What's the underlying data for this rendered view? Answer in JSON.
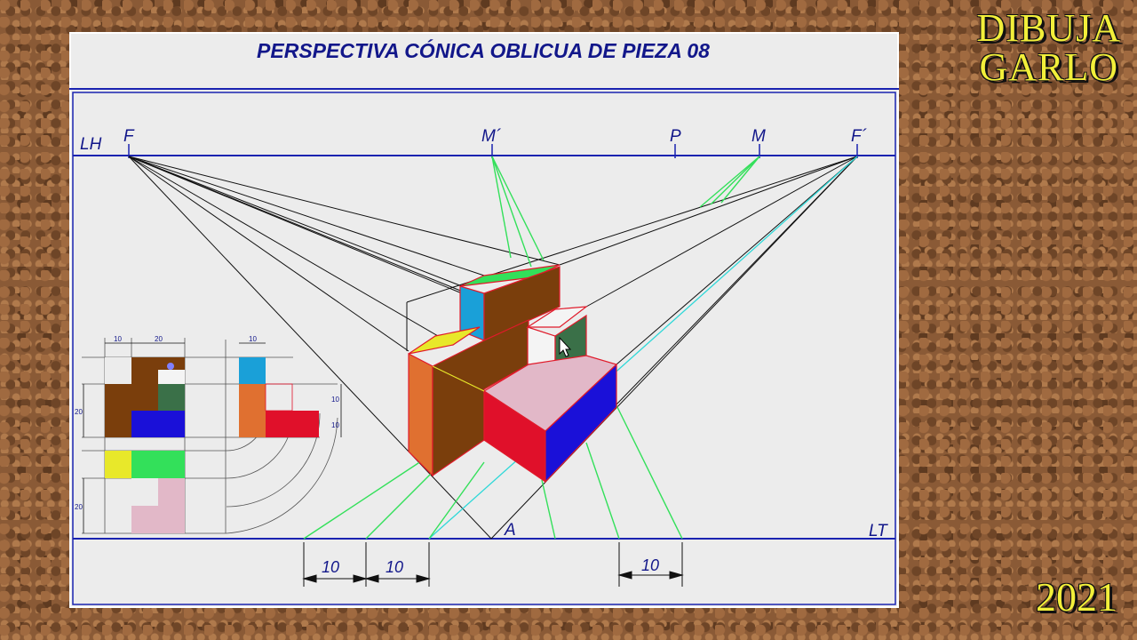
{
  "title": "PERSPECTIVA CÓNICA OBLICUA DE PIEZA 08",
  "brand": {
    "line1": "DIBUJA",
    "line2": "GARLO"
  },
  "year": "2021",
  "labels": {
    "lh": "LH",
    "lt": "LT",
    "f": "F",
    "f_prime": "F´",
    "m_prime": "M´",
    "p": "P",
    "m": "M",
    "a": "A"
  },
  "ground_dimensions": [
    "10",
    "10",
    "10"
  ],
  "view_dimensions": {
    "top_left": "10",
    "top_right": "20",
    "side_top": "10",
    "side_a": "10",
    "side_b": "10",
    "height_a": "20",
    "height_b": "20"
  },
  "colors": {
    "ink": "#12178a",
    "frame": "#1a23b0",
    "construction": "#33e05a",
    "cyan": "#2fd8d8",
    "brown": "#7a3e0c",
    "yellow": "#e8e82a",
    "green": "#33e05a",
    "cyan_face": "#1aa0d8",
    "orange": "#e07030",
    "red": "#e0102a",
    "blue": "#1a10d8",
    "pink": "#e2b8c8",
    "dark_green": "#3a7048",
    "white": "#f4f4f4"
  }
}
